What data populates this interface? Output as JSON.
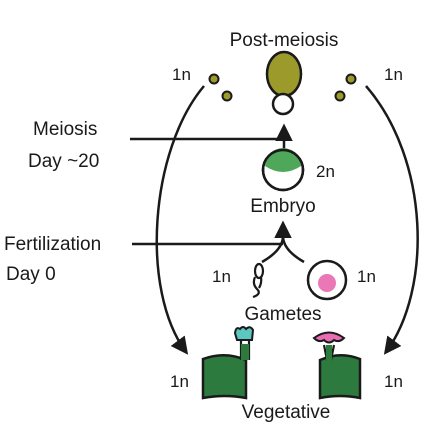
{
  "stages": {
    "post_meiosis": "Post-meiosis",
    "embryo": "Embryo",
    "gametes": "Gametes",
    "vegetative": "Vegetative"
  },
  "ploidy": {
    "spores_left": "1n",
    "spores_right": "1n",
    "embryo": "2n",
    "male_gamete": "1n",
    "female_gamete": "1n",
    "vegetative_left": "1n",
    "vegetative_right": "1n"
  },
  "events": {
    "meiosis_line1": "Meiosis",
    "meiosis_line2": "Day ~20",
    "fertilization_line1": "Fertilization",
    "fertilization_line2": "Day 0"
  },
  "colors": {
    "sporophyte_olive": "#9c9a2b",
    "embryo_green": "#4fa85a",
    "vegetative_dark_green": "#2d7a3e",
    "male_receptacle_teal": "#5cc6c0",
    "female_receptacle_pink": "#e96db3",
    "egg_pink": "#ea78b6",
    "outline": "#1a1a1a"
  }
}
